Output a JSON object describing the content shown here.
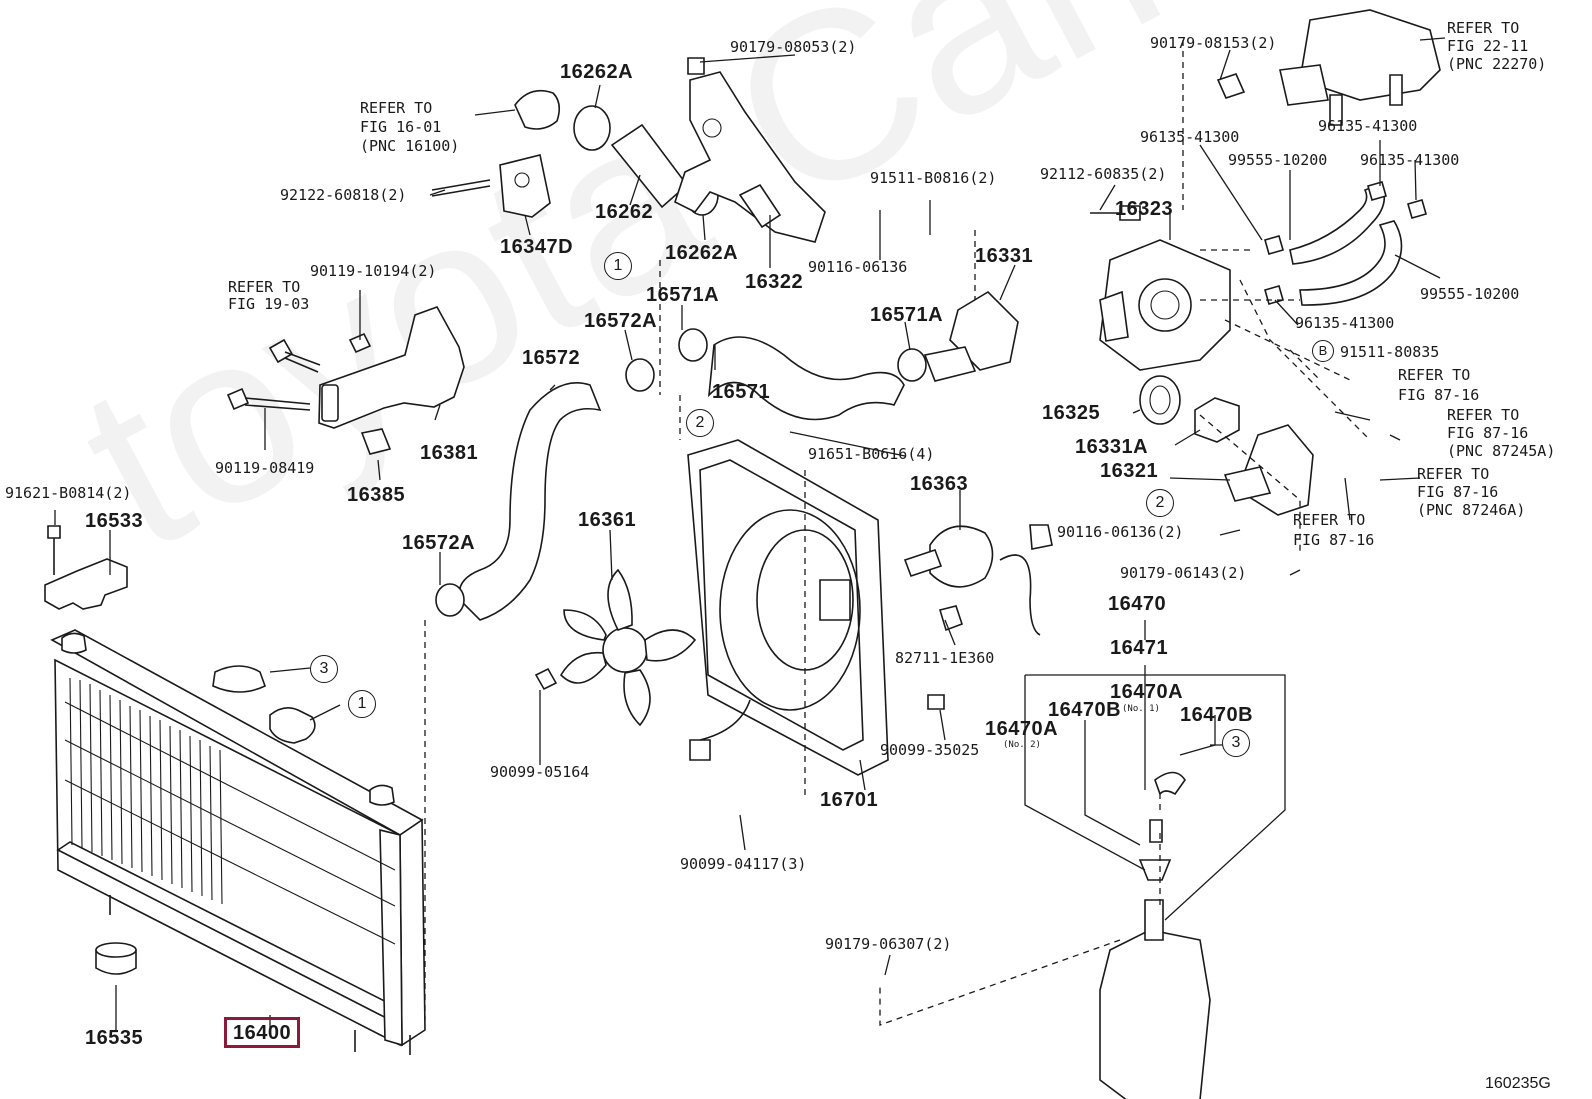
{
  "diagram_code": "160235G",
  "watermark": "toyota-Camry.ru",
  "labels": [
    {
      "id": "p16400",
      "text": "16400",
      "highlight": true
    },
    {
      "id": "p16535",
      "text": "16535"
    },
    {
      "id": "p16533",
      "text": "16533"
    },
    {
      "id": "p91621",
      "text": "91621-B0814(2)"
    },
    {
      "id": "p90119_08419",
      "text": "90119-08419"
    },
    {
      "id": "p90119_10194",
      "text": "90119-10194(2)"
    },
    {
      "id": "p16381",
      "text": "16381"
    },
    {
      "id": "p16385",
      "text": "16385"
    },
    {
      "id": "p92122",
      "text": "92122-60818(2)"
    },
    {
      "id": "p16347D",
      "text": "16347D"
    },
    {
      "id": "p16262A_1",
      "text": "16262A"
    },
    {
      "id": "p16262",
      "text": "16262"
    },
    {
      "id": "p16262A_2",
      "text": "16262A"
    },
    {
      "id": "p90179_08053",
      "text": "90179-08053(2)"
    },
    {
      "id": "p16322",
      "text": "16322"
    },
    {
      "id": "p91511_B0816",
      "text": "91511-B0816(2)"
    },
    {
      "id": "p90116_06136_1",
      "text": "90116-06136"
    },
    {
      "id": "p16331",
      "text": "16331"
    },
    {
      "id": "p16571A_1",
      "text": "16571A"
    },
    {
      "id": "p16572A_1",
      "text": "16572A"
    },
    {
      "id": "p16571",
      "text": "16571"
    },
    {
      "id": "p16571A_2",
      "text": "16571A"
    },
    {
      "id": "p16572",
      "text": "16572"
    },
    {
      "id": "p16572A_2",
      "text": "16572A"
    },
    {
      "id": "p16361",
      "text": "16361"
    },
    {
      "id": "p91651",
      "text": "91651-B0616(4)"
    },
    {
      "id": "p16363",
      "text": "16363"
    },
    {
      "id": "p82711",
      "text": "82711-1E360"
    },
    {
      "id": "p90099_35025",
      "text": "90099-35025"
    },
    {
      "id": "p90099_05164",
      "text": "90099-05164"
    },
    {
      "id": "p16701",
      "text": "16701"
    },
    {
      "id": "p90099_04117",
      "text": "90099-04117(3)"
    },
    {
      "id": "p90179_06307",
      "text": "90179-06307(2)"
    },
    {
      "id": "p90179_08153",
      "text": "90179-08153(2)"
    },
    {
      "id": "p92112",
      "text": "92112-60835(2)"
    },
    {
      "id": "p16323",
      "text": "16323"
    },
    {
      "id": "p96135_a",
      "text": "96135-41300"
    },
    {
      "id": "p96135_b",
      "text": "96135-41300"
    },
    {
      "id": "p96135_c",
      "text": "96135-41300"
    },
    {
      "id": "p96135_d",
      "text": "96135-41300"
    },
    {
      "id": "p99555_a",
      "text": "99555-10200"
    },
    {
      "id": "p99555_b",
      "text": "99555-10200"
    },
    {
      "id": "p91511_80835",
      "text": "91511-80835"
    },
    {
      "id": "p16325",
      "text": "16325"
    },
    {
      "id": "p16331A",
      "text": "16331A"
    },
    {
      "id": "p16321",
      "text": "16321"
    },
    {
      "id": "p90116_06136_2",
      "text": "90116-06136(2)"
    },
    {
      "id": "p90179_06143",
      "text": "90179-06143(2)"
    },
    {
      "id": "p16470",
      "text": "16470"
    },
    {
      "id": "p16471",
      "text": "16471"
    },
    {
      "id": "p16470A_1",
      "text": "16470A"
    },
    {
      "id": "p16470B_1",
      "text": "16470B"
    },
    {
      "id": "p16470B_1n",
      "text": "(No. 1)"
    },
    {
      "id": "p16470B_2",
      "text": "16470B"
    },
    {
      "id": "p16470A_2",
      "text": "16470A"
    },
    {
      "id": "p16470A_2n",
      "text": "(No. 2)"
    }
  ],
  "refer_notes": [
    {
      "id": "r16",
      "l1": "REFER TO",
      "l2": "FIG 16-01",
      "l3": "(PNC 16100)"
    },
    {
      "id": "r19",
      "l1": "REFER TO",
      "l2": "FIG 19-03"
    },
    {
      "id": "r22",
      "l1": "REFER TO",
      "l2": "FIG 22-11",
      "l3": "(PNC 22270)"
    },
    {
      "id": "r87a",
      "l1": "REFER TO",
      "l2": "FIG 87-16"
    },
    {
      "id": "r87b",
      "l1": "REFER TO",
      "l2": "FIG 87-16",
      "l3": "(PNC 87245A)"
    },
    {
      "id": "r87c",
      "l1": "REFER TO",
      "l2": "FIG 87-16",
      "l3": "(PNC 87246A)"
    },
    {
      "id": "r87d",
      "l1": "REFER TO",
      "l2": "FIG 87-16"
    }
  ],
  "markers": [
    {
      "id": "m1a",
      "text": "1"
    },
    {
      "id": "m1b",
      "text": "1"
    },
    {
      "id": "m2a",
      "text": "2"
    },
    {
      "id": "m2b",
      "text": "2"
    },
    {
      "id": "m3a",
      "text": "3"
    },
    {
      "id": "m3b",
      "text": "3"
    },
    {
      "id": "mB",
      "text": "B"
    }
  ]
}
